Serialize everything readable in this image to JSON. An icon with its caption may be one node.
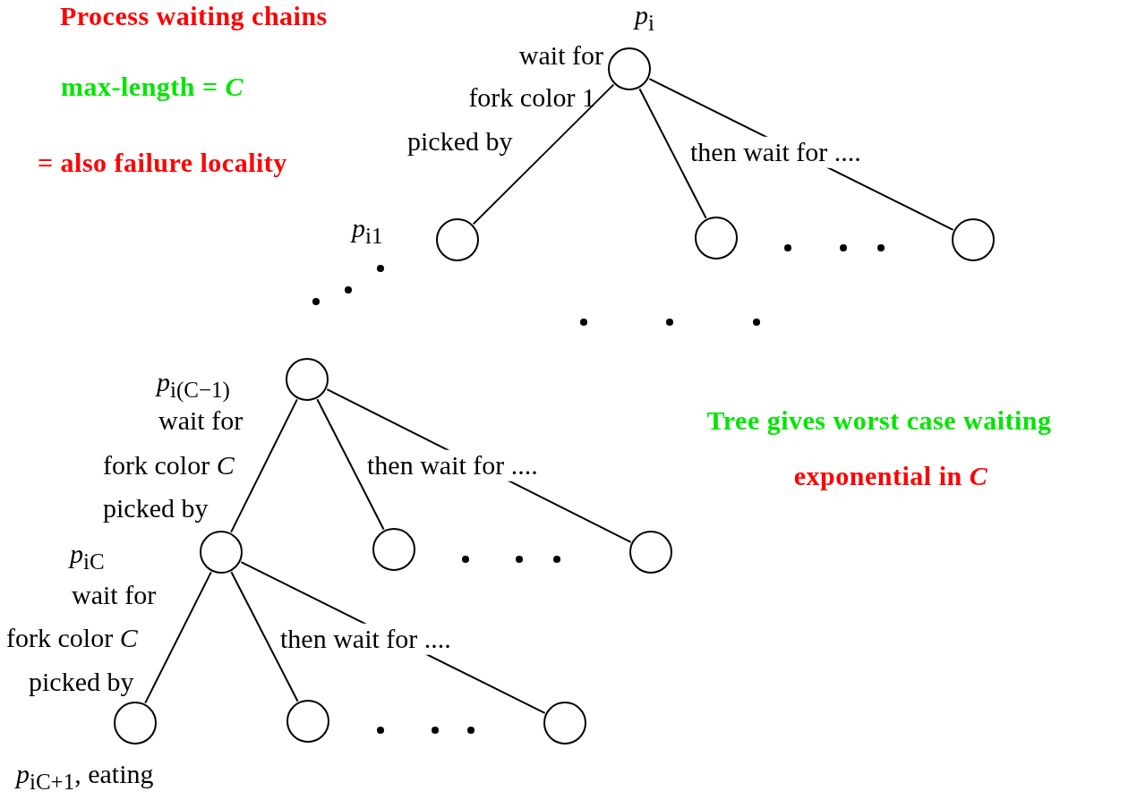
{
  "diagram": {
    "title": "Process waiting chains",
    "nodes": [
      {
        "text": [],
        "shape": "circle",
        "beside": [
          "*p*$_{i}$"
        ]
      },
      {
        "text": [],
        "shape": "circle",
        "beside": [
          "*p*$_{i1}$"
        ]
      },
      {
        "text": [],
        "shape": "circle"
      },
      {
        "text": [],
        "shape": "circle"
      },
      {
        "text": [],
        "shape": "circle",
        "beside": [
          "*p*$_{i(C−1)}$"
        ]
      },
      {
        "text": [],
        "shape": "circle",
        "beside": [
          "*p*$_{iC}$"
        ]
      },
      {
        "text": [],
        "shape": "circle"
      },
      {
        "text": [],
        "shape": "circle"
      },
      {
        "text": [],
        "shape": "circle",
        "beside": [
          "*p*$_{iC+1}$, eating"
        ]
      },
      {
        "text": [],
        "shape": "circle"
      },
      {
        "text": [],
        "shape": "circle"
      }
    ],
    "edges": [
      {
        "from": 0,
        "to": 1,
        "arrow": "none"
      },
      {
        "from": 0,
        "to": 2,
        "arrow": "none"
      },
      {
        "from": 0,
        "to": 3,
        "arrow": "none"
      },
      {
        "from": 4,
        "to": 5,
        "arrow": "none"
      },
      {
        "from": 4,
        "to": 6,
        "arrow": "none"
      },
      {
        "from": 4,
        "to": 7,
        "arrow": "none"
      },
      {
        "from": 5,
        "to": 8,
        "arrow": "none"
      },
      {
        "from": 5,
        "to": 9,
        "arrow": "none"
      },
      {
        "from": 5,
        "to": 10,
        "arrow": "none"
      }
    ],
    "labels": [
      "max-length = *C*",
      "= also failure locality",
      "wait for",
      "fork color 1",
      "picked by",
      "then wait for ....",
      "wait for",
      "fork color *C*",
      "picked by",
      "then wait for ....",
      "Tree gives worst case waiting",
      "exponential in *C*",
      "wait for",
      "fork color *C*",
      "picked by",
      "then wait for ...."
    ]
  }
}
